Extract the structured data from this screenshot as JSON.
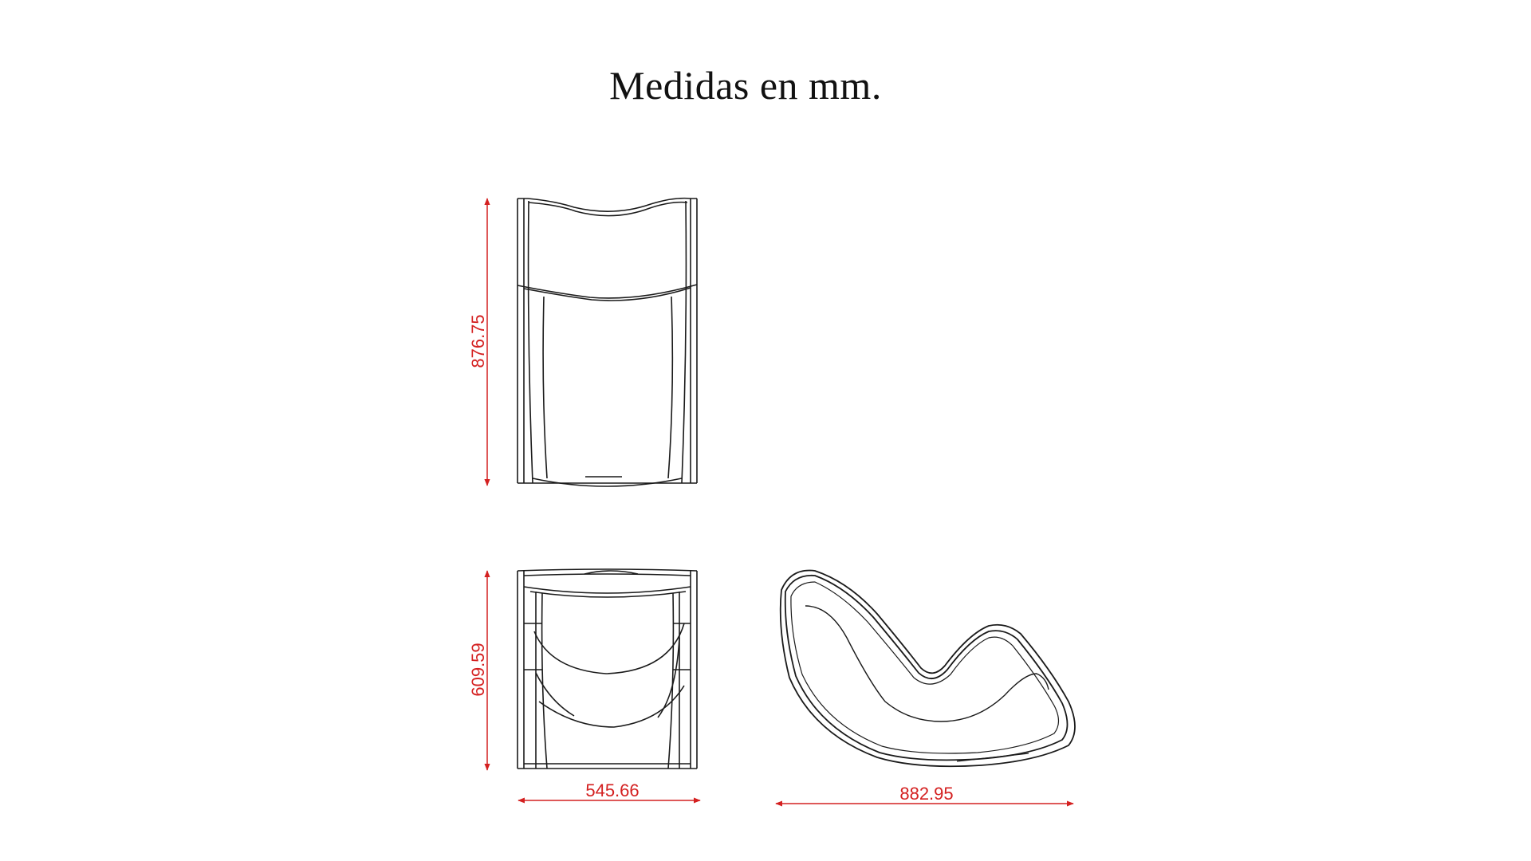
{
  "title": "Medidas en mm.",
  "dimensions": {
    "front_height": "876.75",
    "seat_height": "609.59",
    "width": "545.66",
    "depth": "882.95"
  },
  "colors": {
    "dimension": "#d42020",
    "outline": "#1a1a1a"
  }
}
